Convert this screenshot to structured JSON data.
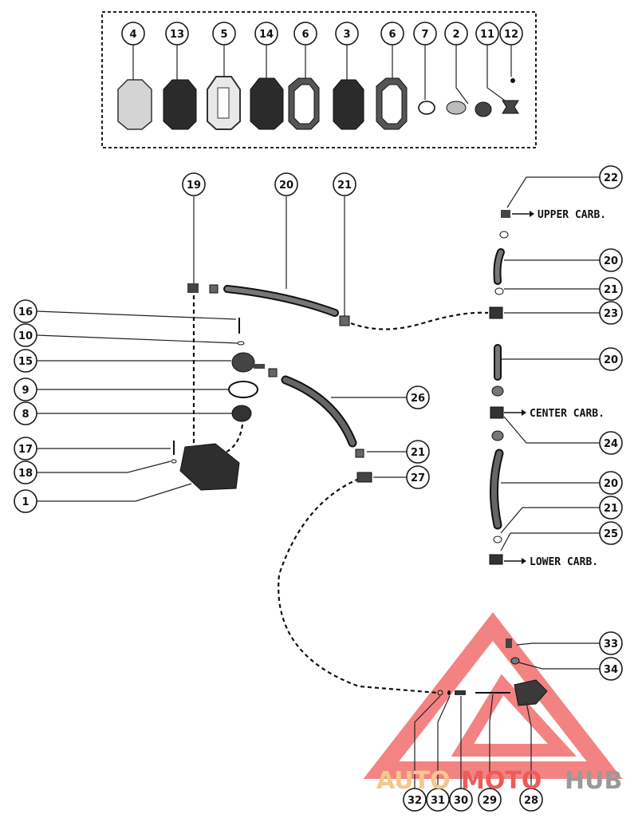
{
  "callouts": {
    "c4": "4",
    "c13": "13",
    "c5": "5",
    "c14": "14",
    "c6a": "6",
    "c3": "3",
    "c6b": "6",
    "c7": "7",
    "c2": "2",
    "c11": "11",
    "c12": "12",
    "c19": "19",
    "c20a": "20",
    "c21a": "21",
    "c22": "22",
    "c16": "16",
    "c10": "10",
    "c15": "15",
    "c9": "9",
    "c8": "8",
    "c17": "17",
    "c18": "18",
    "c1": "1",
    "c20b": "20",
    "c21b": "21",
    "c23": "23",
    "c20c": "20",
    "c24": "24",
    "c26": "26",
    "c21c": "21",
    "c27": "27",
    "c20d": "20",
    "c21d": "21",
    "c25": "25",
    "c33": "33",
    "c34": "34",
    "c32": "32",
    "c31": "31",
    "c30": "30",
    "c29": "29",
    "c28": "28"
  },
  "labels": {
    "upper_carb": "UPPER CARB.",
    "center_carb": "CENTER CARB.",
    "lower_carb": "LOWER CARB."
  },
  "watermark": {
    "part1": "AUTO",
    "part2": "MOTO",
    "part3": "HUB",
    "color_light": "#f6c78a",
    "color_red": "#f05a5a",
    "color_gray": "#9a9a9a"
  }
}
